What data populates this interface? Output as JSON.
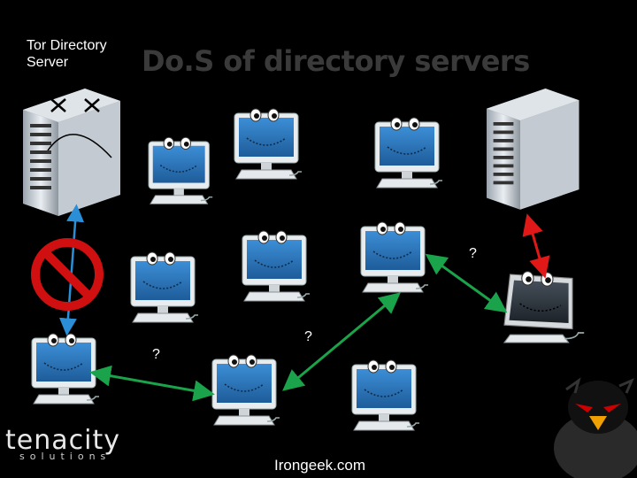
{
  "corner_label": "Tor Directory Server",
  "title": "Do.S of directory servers",
  "question_marks": [
    "?",
    "?",
    "?"
  ],
  "footer": "Irongeek.com",
  "logo": {
    "name": "tenacity",
    "tagline": "solutions"
  },
  "colors": {
    "link_green": "#1aa34a",
    "link_blue": "#2a8fd6",
    "link_red": "#e01818",
    "block_red": "#d01010",
    "screen_blue": "#2f7fc8"
  },
  "icons": [
    "server-icon",
    "computer-icon",
    "no-entry-icon",
    "penguin-mascot-icon"
  ]
}
